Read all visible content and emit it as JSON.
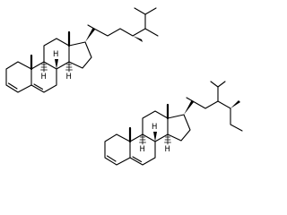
{
  "structures": [
    {
      "name": "top-structure",
      "labels": {
        "h1": "H",
        "h2": "H",
        "h3": "H"
      }
    },
    {
      "name": "bottom-structure",
      "labels": {
        "h1": "H",
        "h2": "H",
        "h3": "H"
      }
    }
  ],
  "colors": {
    "line": "#000000",
    "background": "#ffffff"
  }
}
